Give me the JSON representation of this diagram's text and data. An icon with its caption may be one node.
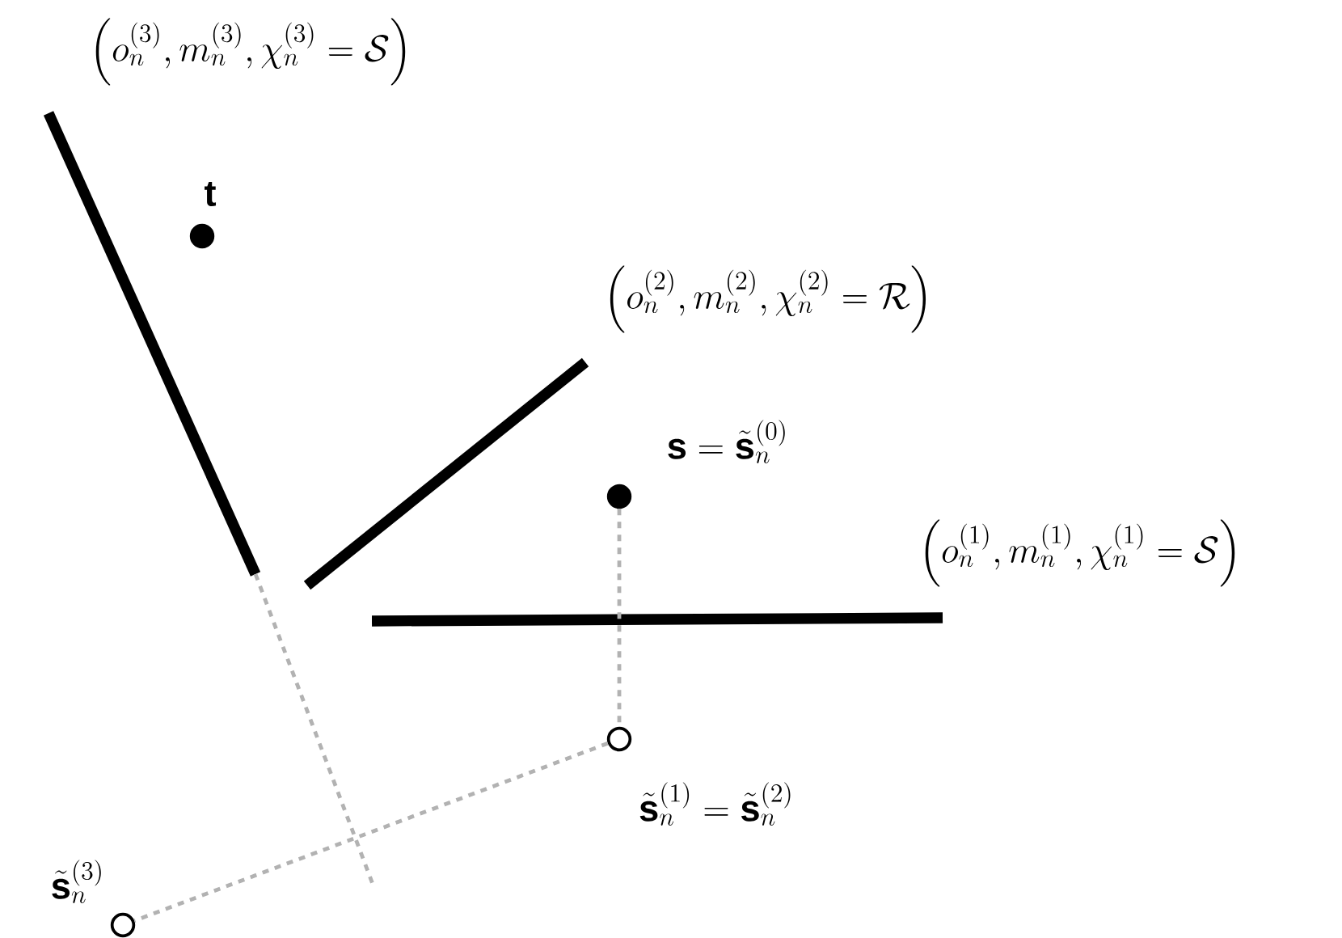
{
  "diagram": {
    "nodes": [
      {
        "text": [],
        "shape": "circle",
        "beside": [
          "\\mathbf{t}"
        ]
      },
      {
        "text": [],
        "shape": "circle",
        "beside": [
          "\\mathbf{s} = \\tilde{\\mathbf{s}}_n^{(0)}"
        ]
      },
      {
        "text": [],
        "shape": "circle",
        "beside": [
          "\\tilde{\\mathbf{s}}_n^{(1)} = \\tilde{\\mathbf{s}}_n^{(2)}"
        ]
      },
      {
        "text": [],
        "shape": "circle",
        "beside": [
          "\\tilde{\\mathbf{s}}_n^{(3)}"
        ]
      }
    ],
    "edges": [
      {
        "from": 1,
        "to": 2,
        "arrow": "none",
        "style": "dashed"
      },
      {
        "from": 2,
        "to": 3,
        "arrow": "none",
        "style": "dashed"
      }
    ],
    "labels": [
      "\\left(o_n^{(3)}, m_n^{(3)}, \\chi_n^{(3)} = \\mathcal{S}\\right)",
      "\\left(o_n^{(2)}, m_n^{(2)}, \\chi_n^{(2)} = \\mathcal{R}\\right)",
      "\\left(o_n^{(1)}, m_n^{(1)}, \\chi_n^{(1)} = \\mathcal{S}\\right)"
    ]
  }
}
